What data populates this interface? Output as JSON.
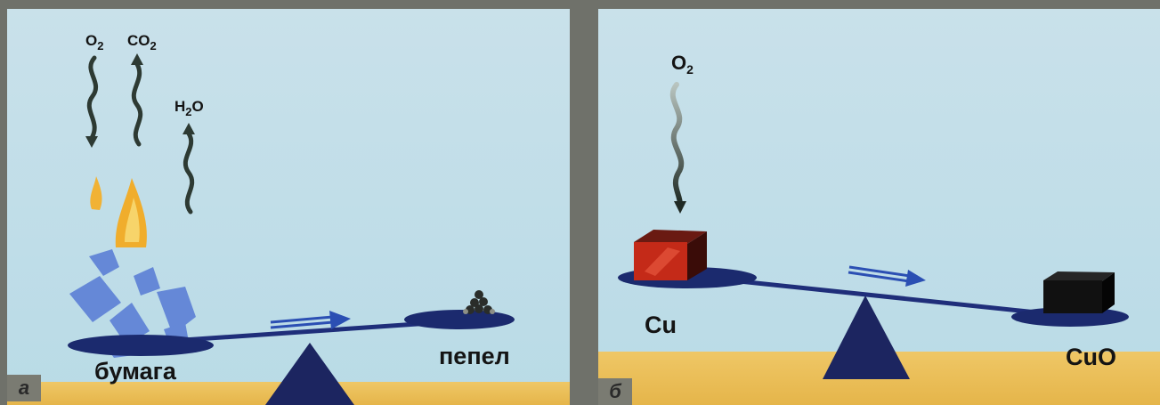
{
  "panel_a": {
    "tag": "а",
    "gases": {
      "o2": "O",
      "co2": "CO",
      "h2o_h": "H",
      "h2o_o": "O",
      "sub2": "2"
    },
    "left_label": "бумага",
    "right_label": "пепел"
  },
  "panel_b": {
    "tag": "б",
    "gas": {
      "o": "O",
      "sub2": "2"
    },
    "left_label": "Cu",
    "right_label": "CuO"
  },
  "colors": {
    "sky": "#c3dfe9",
    "ground": "#e9bd55",
    "beam": "#1f2e7a",
    "fulcrum": "#1c2560",
    "copper": "#c42a18",
    "flame": "#f0b030",
    "arrow": "#2b4fb3"
  }
}
